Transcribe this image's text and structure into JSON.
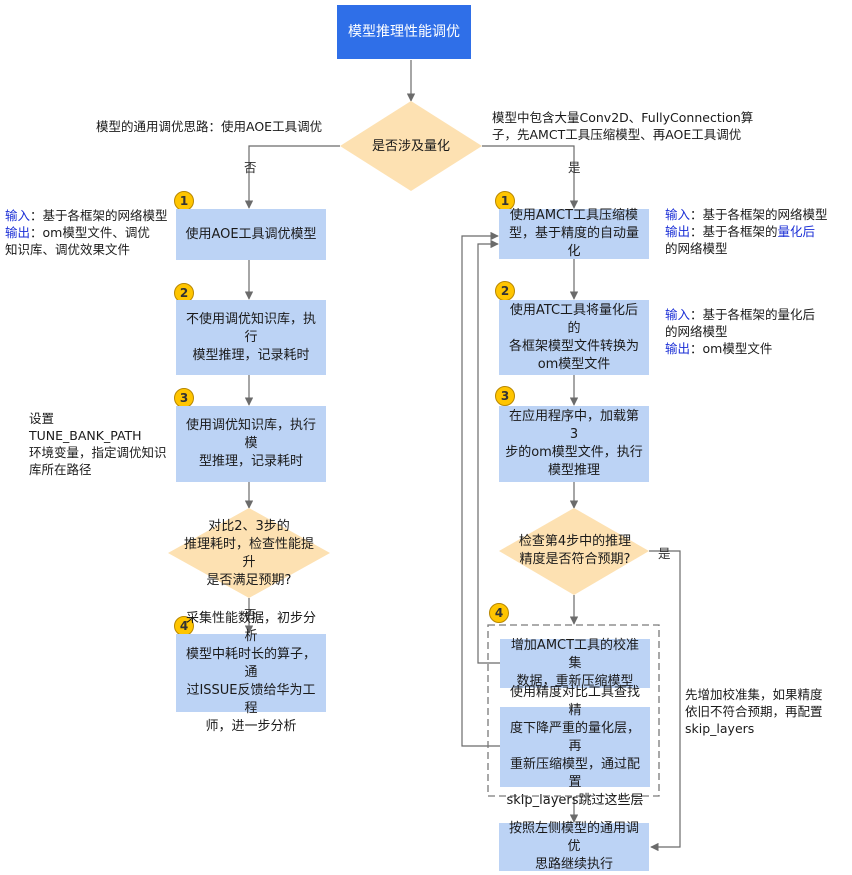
{
  "title": "模型推理性能调优",
  "decision_main": "是否涉及量化",
  "no": "否",
  "yes": "是",
  "general_note": "模型的通用调优思路：使用AOE工具调优",
  "conv_note": [
    "模型中包含大量Conv2D、FullyConnection算",
    "子，先AMCT工具压缩模型、再AOE工具调优"
  ],
  "left": {
    "step1_num": "1",
    "step1": "使用AOE工具调优模型",
    "step1_input_label": "输入",
    "step1_input": "：基于各框架的网络模型",
    "step1_output_label": "输出",
    "step1_output": [
      "：om模型文件、调优",
      "知识库、调优效果文件"
    ],
    "step2_num": "2",
    "step2": [
      "不使用调优知识库，执行",
      "模型推理，记录耗时"
    ],
    "step3_num": "3",
    "step3": [
      "使用调优知识库，执行模",
      "型推理，记录耗时"
    ],
    "step3_note": [
      "设置",
      "TUNE_BANK_PATH",
      "环境变量，指定调优知识",
      "库所在路径"
    ],
    "decision": [
      "对比2、3步的",
      "推理耗时，检查性能提升",
      "是否满足预期?"
    ],
    "step4_num": "4",
    "step4": [
      "采集性能数据，初步分析",
      "模型中耗时长的算子，通",
      "过ISSUE反馈给华为工程",
      "师，进一步分析"
    ]
  },
  "right": {
    "step1_num": "1",
    "step1": [
      "使用AMCT工具压缩模",
      "型，基于精度的自动量化"
    ],
    "step1_input_label": "输入",
    "step1_input": "：基于各框架的网络模型",
    "step1_output_label": "输出",
    "step1_output_pre": "：基于各框架的",
    "step1_output_hl": "量化后",
    "step1_output_post": "的网络模型",
    "step2_num": "2",
    "step2": [
      "使用ATC工具将量化后的",
      "各框架模型文件转换为",
      "om模型文件"
    ],
    "step2_input_label": "输入",
    "step2_input": [
      "：基于各框架的量化后",
      "的网络模型"
    ],
    "step2_output_label": "输出",
    "step2_output": "：om模型文件",
    "step3_num": "3",
    "step3": [
      "在应用程序中，加载第3",
      "步的om模型文件，执行",
      "模型推理"
    ],
    "decision": [
      "检查第4步中的推理",
      "精度是否符合预期?"
    ],
    "step4_num": "4",
    "step4a": [
      "增加AMCT工具的校准集",
      "数据，重新压缩模型"
    ],
    "step4b": [
      "使用精度对比工具查找精",
      "度下降严重的量化层，再",
      "重新压缩模型，通过配置",
      "skip_layers跳过这些层"
    ],
    "step4_note": [
      "先增加校准集，如果精度",
      "依旧不符合预期，再配置",
      "skip_layers"
    ],
    "final": [
      "按照左侧模型的通用调优",
      "思路继续执行"
    ]
  }
}
